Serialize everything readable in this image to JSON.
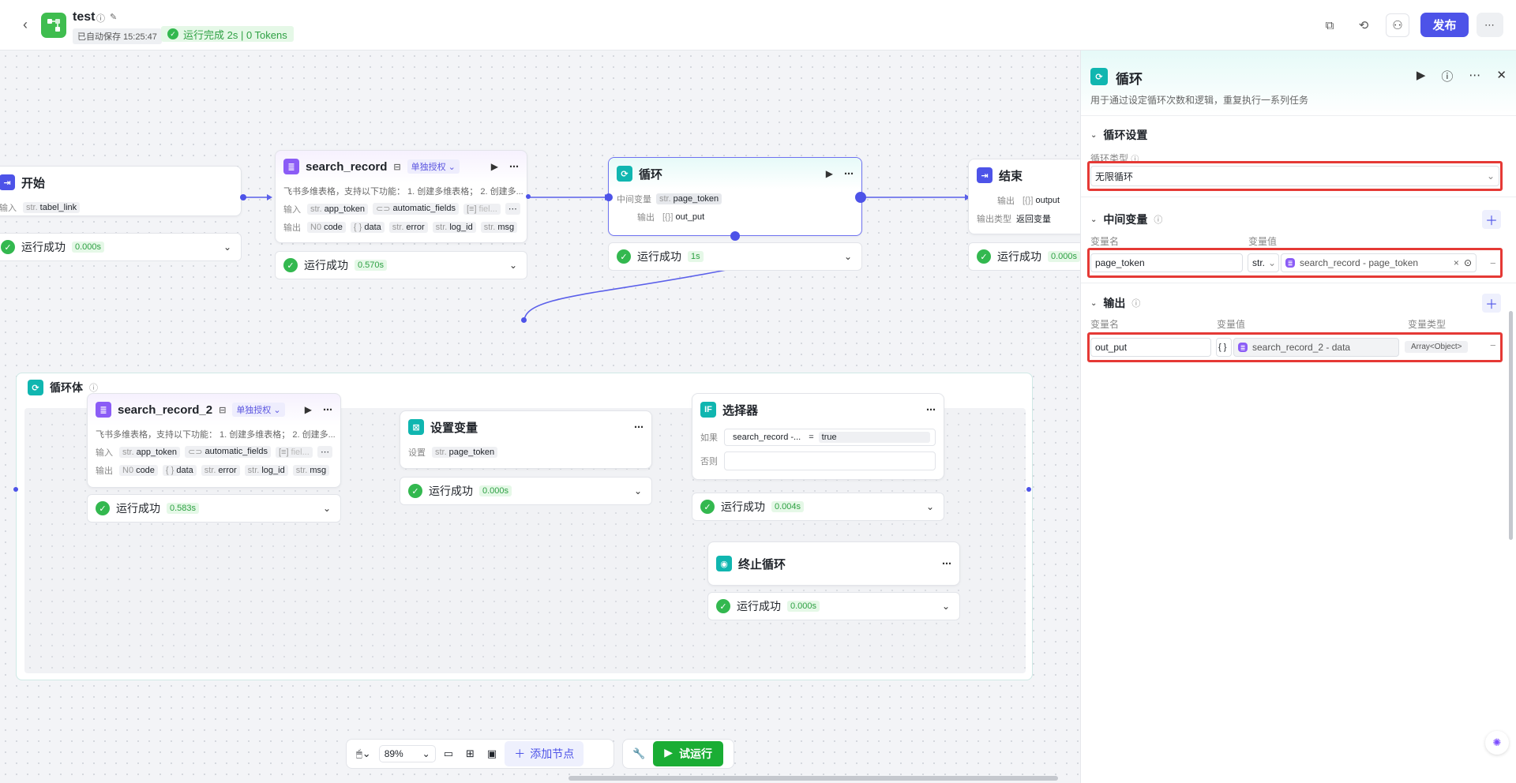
{
  "topbar": {
    "title": "test",
    "autosave": "已自动保存 15:25:47",
    "run_status": "运行完成 2s | 0 Tokens",
    "publish_label": "发布",
    "more": "⋯"
  },
  "nodes": {
    "start": {
      "title": "开始",
      "in_label": "输入",
      "vars": [
        {
          "type": "str.",
          "name": "tabel_link"
        }
      ],
      "status": "运行成功",
      "dur": "0.000s"
    },
    "search_record": {
      "title": "search_record",
      "auth": "单独授权",
      "desc": "飞书多维表格，支持以下功能：  1. 创建多维表格；  2. 创建多...",
      "in_label": "输入",
      "out_label": "输出",
      "ins": [
        {
          "type": "str.",
          "name": "app_token"
        },
        {
          "type": "⊂⊃",
          "name": "automatic_fields"
        },
        {
          "type": "[≡]",
          "name": "fiel..."
        }
      ],
      "outs": [
        {
          "type": "N0",
          "name": "code"
        },
        {
          "type": "{ }",
          "name": "data"
        },
        {
          "type": "str.",
          "name": "error"
        },
        {
          "type": "str.",
          "name": "log_id"
        },
        {
          "type": "str.",
          "name": "msg"
        }
      ],
      "status": "运行成功",
      "dur": "0.570s"
    },
    "loop": {
      "title": "循环",
      "mid_label": "中间变量",
      "out_label": "输出",
      "mid_var": {
        "type": "str.",
        "name": "page_token"
      },
      "out_var": {
        "type": "[{}]",
        "name": "out_put"
      },
      "status": "运行成功",
      "dur": "1s"
    },
    "end": {
      "title": "结束",
      "out_label": "输出",
      "out_var": {
        "type": "[{}]",
        "name": "output"
      },
      "type_label": "输出类型",
      "type_val": "返回变量",
      "status": "运行成功",
      "dur": "0.000s"
    },
    "loop_body": {
      "title": "循环体"
    },
    "search_record_2": {
      "title": "search_record_2",
      "auth": "单独授权",
      "desc": "飞书多维表格，支持以下功能：  1. 创建多维表格；  2. 创建多...",
      "in_label": "输入",
      "out_label": "输出",
      "ins": [
        {
          "type": "str.",
          "name": "app_token"
        },
        {
          "type": "⊂⊃",
          "name": "automatic_fields"
        },
        {
          "type": "[≡]",
          "name": "fiel..."
        }
      ],
      "outs": [
        {
          "type": "N0",
          "name": "code"
        },
        {
          "type": "{ }",
          "name": "data"
        },
        {
          "type": "str.",
          "name": "error"
        },
        {
          "type": "str.",
          "name": "log_id"
        },
        {
          "type": "str.",
          "name": "msg"
        }
      ],
      "status": "运行成功",
      "dur": "0.583s"
    },
    "set_var": {
      "title": "设置变量",
      "set_label": "设置",
      "var": {
        "type": "str.",
        "name": "page_token"
      },
      "status": "运行成功",
      "dur": "0.000s"
    },
    "selector": {
      "title": "选择器",
      "if_label": "如果",
      "cond_left": "search_record -...",
      "cond_op": "=",
      "cond_right": "true",
      "else_label": "否则",
      "status": "运行成功",
      "dur": "0.004s"
    },
    "stop_loop": {
      "title": "终止循环",
      "status": "运行成功",
      "dur": "0.000s"
    }
  },
  "toolbar": {
    "zoom": "89%",
    "add_node": "添加节点",
    "trial_run": "试运行"
  },
  "panel": {
    "title": "循环",
    "desc": "用于通过设定循环次数和逻辑，重复执行一系列任务",
    "loop_settings": "循环设置",
    "loop_type_label": "循环类型",
    "loop_type_value": "无限循环",
    "mid_vars": "中间变量",
    "var_name_col": "变量名",
    "var_value_col": "变量值",
    "mid_var_name": "page_token",
    "mid_var_type": "str.",
    "mid_var_value": "search_record - page_token",
    "output_title": "输出",
    "out_name_col": "变量名",
    "out_value_col": "变量值",
    "out_type_col": "变量类型",
    "out_var_name": "out_put",
    "out_var_brace": "{ }",
    "out_var_value": "search_record_2 - data",
    "out_var_type": "Array<Object>"
  },
  "colors": {
    "accent": "#4d53e8",
    "success": "#33b84f",
    "danger": "#e53935",
    "loop_teal": "#10b6b0"
  }
}
